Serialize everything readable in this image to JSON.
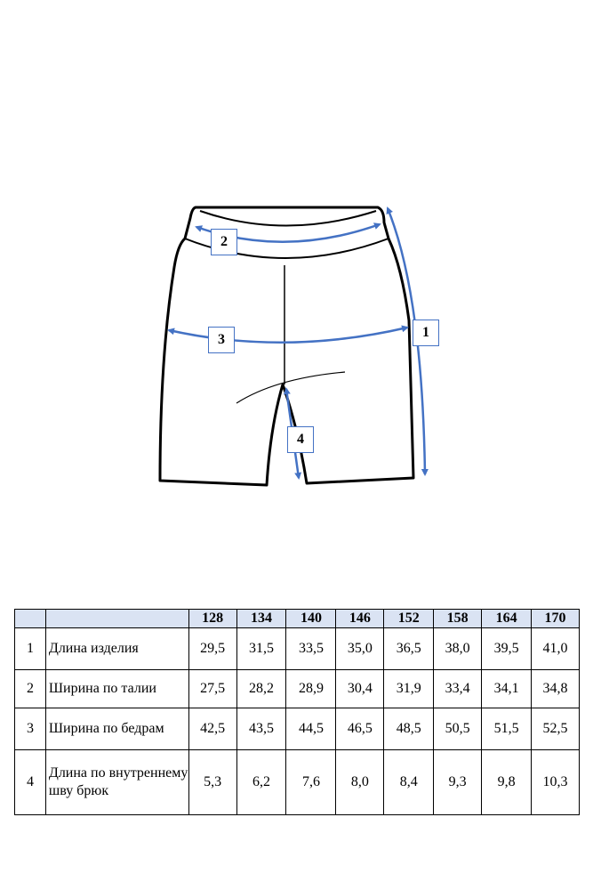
{
  "diagram": {
    "labels": [
      "1",
      "2",
      "3",
      "4"
    ],
    "arrow_color": "#4472c4"
  },
  "table": {
    "header_color": "#dae3f3",
    "sizes": [
      "128",
      "134",
      "140",
      "146",
      "152",
      "158",
      "164",
      "170"
    ],
    "rows": [
      {
        "num": "1",
        "name": "Длина изделия",
        "values": [
          "29,5",
          "31,5",
          "33,5",
          "35,0",
          "36,5",
          "38,0",
          "39,5",
          "41,0"
        ]
      },
      {
        "num": "2",
        "name": "Ширина по талии",
        "values": [
          "27,5",
          "28,2",
          "28,9",
          "30,4",
          "31,9",
          "33,4",
          "34,1",
          "34,8"
        ]
      },
      {
        "num": "3",
        "name": "Ширина по бедрам",
        "values": [
          "42,5",
          "43,5",
          "44,5",
          "46,5",
          "48,5",
          "50,5",
          "51,5",
          "52,5"
        ]
      },
      {
        "num": "4",
        "name": "Длина по внутреннему шву брюк",
        "values": [
          "5,3",
          "6,2",
          "7,6",
          "8,0",
          "8,4",
          "9,3",
          "9,8",
          "10,3"
        ]
      }
    ]
  }
}
